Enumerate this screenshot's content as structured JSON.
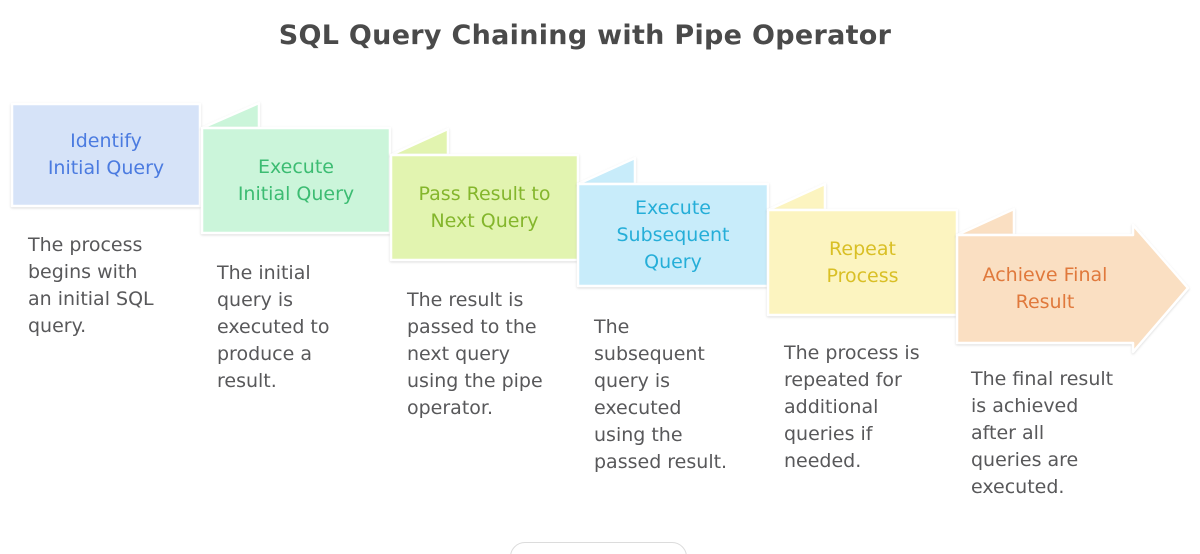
{
  "title": "SQL Query Chaining with Pipe Operator",
  "colors": {
    "background": "#ffffff",
    "title_text": "#4a4a4a",
    "description_text": "#58585a",
    "shape_outline": "#ffffff",
    "partial_card_border": "#dcdcdc"
  },
  "steps": [
    {
      "shape": "box",
      "title_lines": [
        "Identify",
        "Initial Query"
      ],
      "title_color": "#4b7be0",
      "fill": "#d6e3f8",
      "description_lines": [
        "The process",
        "begins with",
        "an initial SQL",
        "query."
      ]
    },
    {
      "shape": "box",
      "title_lines": [
        "Execute",
        "Initial Query"
      ],
      "title_color": "#3cbc72",
      "fill": "#cbf5da",
      "description_lines": [
        "The initial",
        "query is",
        "executed to",
        "produce a",
        "result."
      ]
    },
    {
      "shape": "box",
      "title_lines": [
        "Pass Result to",
        "Next Query"
      ],
      "title_color": "#84b62c",
      "fill": "#e2f4b0",
      "description_lines": [
        "The result is",
        "passed to the",
        "next query",
        "using the pipe",
        "operator."
      ]
    },
    {
      "shape": "box",
      "title_lines": [
        "Execute",
        "Subsequent",
        "Query"
      ],
      "title_color": "#25aed8",
      "fill": "#c8ecfa",
      "description_lines": [
        "The",
        "subsequent",
        "query is",
        "executed",
        "using the",
        "passed result."
      ]
    },
    {
      "shape": "box",
      "title_lines": [
        "Repeat",
        "Process"
      ],
      "title_color": "#d9bf25",
      "fill": "#fcf4c0",
      "description_lines": [
        "The process is",
        "repeated for",
        "additional",
        "queries if",
        "needed."
      ]
    },
    {
      "shape": "arrow",
      "title_lines": [
        "Achieve Final",
        "Result"
      ],
      "title_color": "#e0793c",
      "fill": "#fadfc2",
      "description_lines": [
        "The final result",
        "is achieved",
        "after all",
        "queries are",
        "executed."
      ]
    }
  ]
}
